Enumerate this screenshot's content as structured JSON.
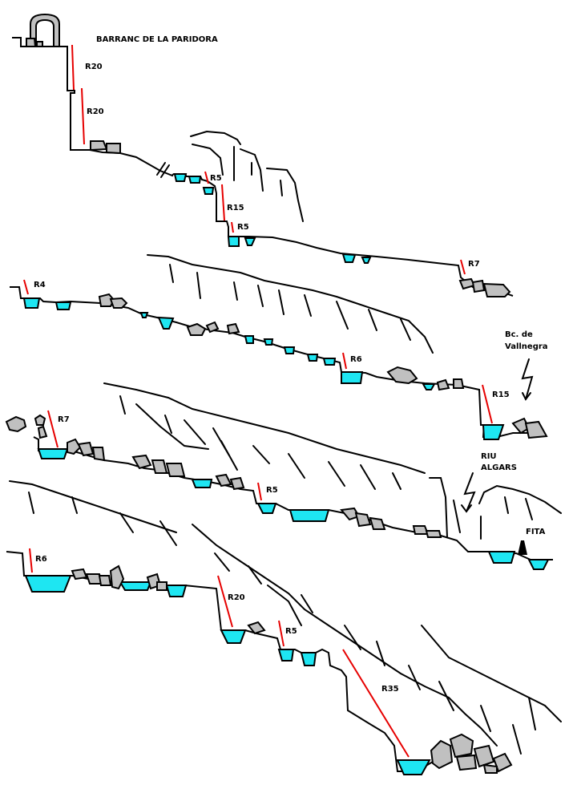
{
  "title": "BARRANC DE LA PARIDORA",
  "rappels": [
    {
      "label": "R20"
    },
    {
      "label": "R20"
    },
    {
      "label": "R5"
    },
    {
      "label": "R15"
    },
    {
      "label": "R5"
    },
    {
      "label": "R7"
    },
    {
      "label": "R4"
    },
    {
      "label": "R6"
    },
    {
      "label": "R15"
    },
    {
      "label": "R7"
    },
    {
      "label": "R5"
    },
    {
      "label": "R6"
    },
    {
      "label": "R20"
    },
    {
      "label": "R5"
    },
    {
      "label": "R35"
    }
  ],
  "places": {
    "vallnegra_line1": "Bc. de",
    "vallnegra_line2": "Vallnegra",
    "algars_line1": "RIU",
    "algars_line2": "ALGARS",
    "fita": "FITA"
  },
  "colors": {
    "water": "#1ee6f2",
    "rock": "#c0c0c0",
    "rope": "#e60000"
  }
}
